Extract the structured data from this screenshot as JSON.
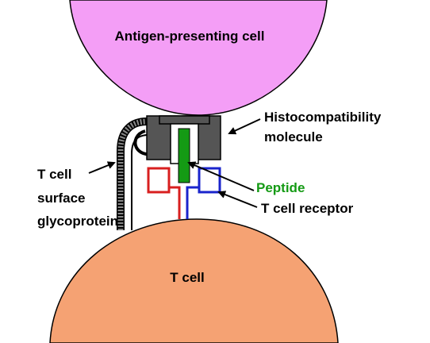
{
  "labels": {
    "apc": "Antigen-presenting cell",
    "histo_line1": "Histocompatibility",
    "histo_line2": "molecule",
    "peptide": "Peptide",
    "tcr": "T cell receptor",
    "glyco_line1": "T cell",
    "glyco_line2": "surface",
    "glyco_line3": "glycoprotein",
    "tcell": "T cell"
  },
  "colors": {
    "apc_fill": "#f49ef6",
    "tcell_fill": "#f5a273",
    "mhc_fill": "#555555",
    "peptide_fill": "#149a14",
    "peptide_text": "#149a14",
    "tcr_red": "#d81f1f",
    "tcr_blue": "#1a24cc",
    "glyco_fill": "#888888",
    "text": "#000000"
  }
}
